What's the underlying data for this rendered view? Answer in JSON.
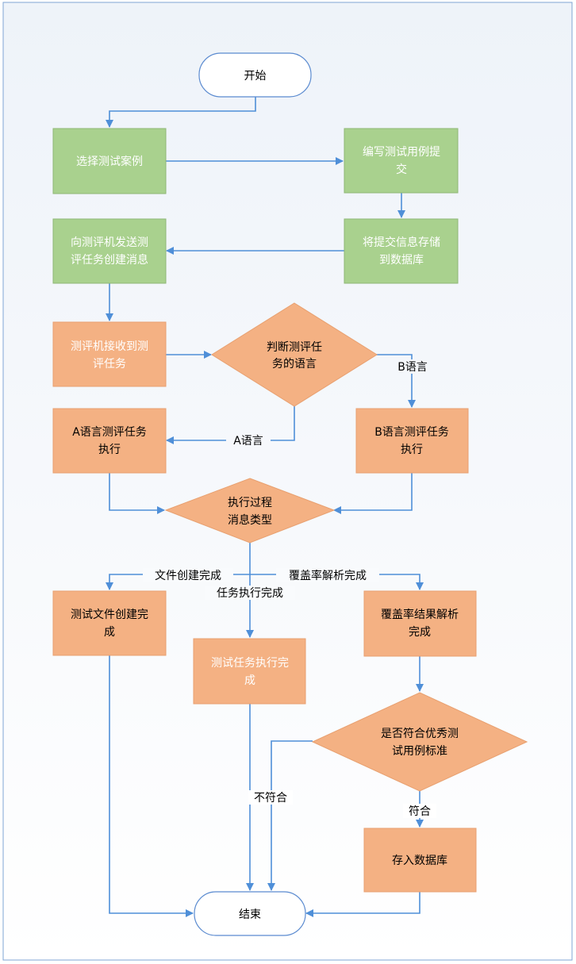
{
  "colors": {
    "green": "#a9d18e",
    "green_border": "#8fb877",
    "orange": "#f4b183",
    "orange_border": "#e8a070",
    "terminal_fill": "#ffffff",
    "terminal_border": "#5b8bd0",
    "arrow": "#4f8fd8",
    "background_top": "#f1f5fa",
    "background_bottom": "#ffffff"
  },
  "nodes": {
    "start": {
      "lines": [
        "开始"
      ]
    },
    "select_case": {
      "lines": [
        "选择测试案例"
      ]
    },
    "write_case": {
      "lines": [
        "编写测试用例提",
        "交"
      ]
    },
    "store_submit": {
      "lines": [
        "将提交信息存储",
        "到数据库"
      ]
    },
    "send_msg": {
      "lines": [
        "向测评机发送测",
        "评任务创建消息"
      ]
    },
    "receive_task": {
      "lines": [
        "测评机接收到测",
        "评任务"
      ]
    },
    "judge_lang": {
      "lines": [
        "判断测评任",
        "务的语言"
      ]
    },
    "exec_a": {
      "lines": [
        "A语言测评任务",
        "执行"
      ]
    },
    "exec_b": {
      "lines": [
        "B语言测评任务",
        "执行"
      ]
    },
    "msg_type": {
      "lines": [
        "执行过程",
        "消息类型"
      ]
    },
    "file_created": {
      "lines": [
        "测试文件创建完",
        "成"
      ]
    },
    "task_done": {
      "lines": [
        "测试任务执行完",
        "成"
      ]
    },
    "coverage_done": {
      "lines": [
        "覆盖率结果解析",
        "完成"
      ]
    },
    "check_standard": {
      "lines": [
        "是否符合优秀测",
        "试用例标准"
      ]
    },
    "save_db": {
      "lines": [
        "存入数据库"
      ]
    },
    "end": {
      "lines": [
        "结束"
      ]
    }
  },
  "edge_labels": {
    "b_lang": "B语言",
    "a_lang": "A语言",
    "file_created": "文件创建完成",
    "coverage_parsed": "覆盖率解析完成",
    "task_executed": "任务执行完成",
    "not_match": "不符合",
    "match": "符合"
  }
}
